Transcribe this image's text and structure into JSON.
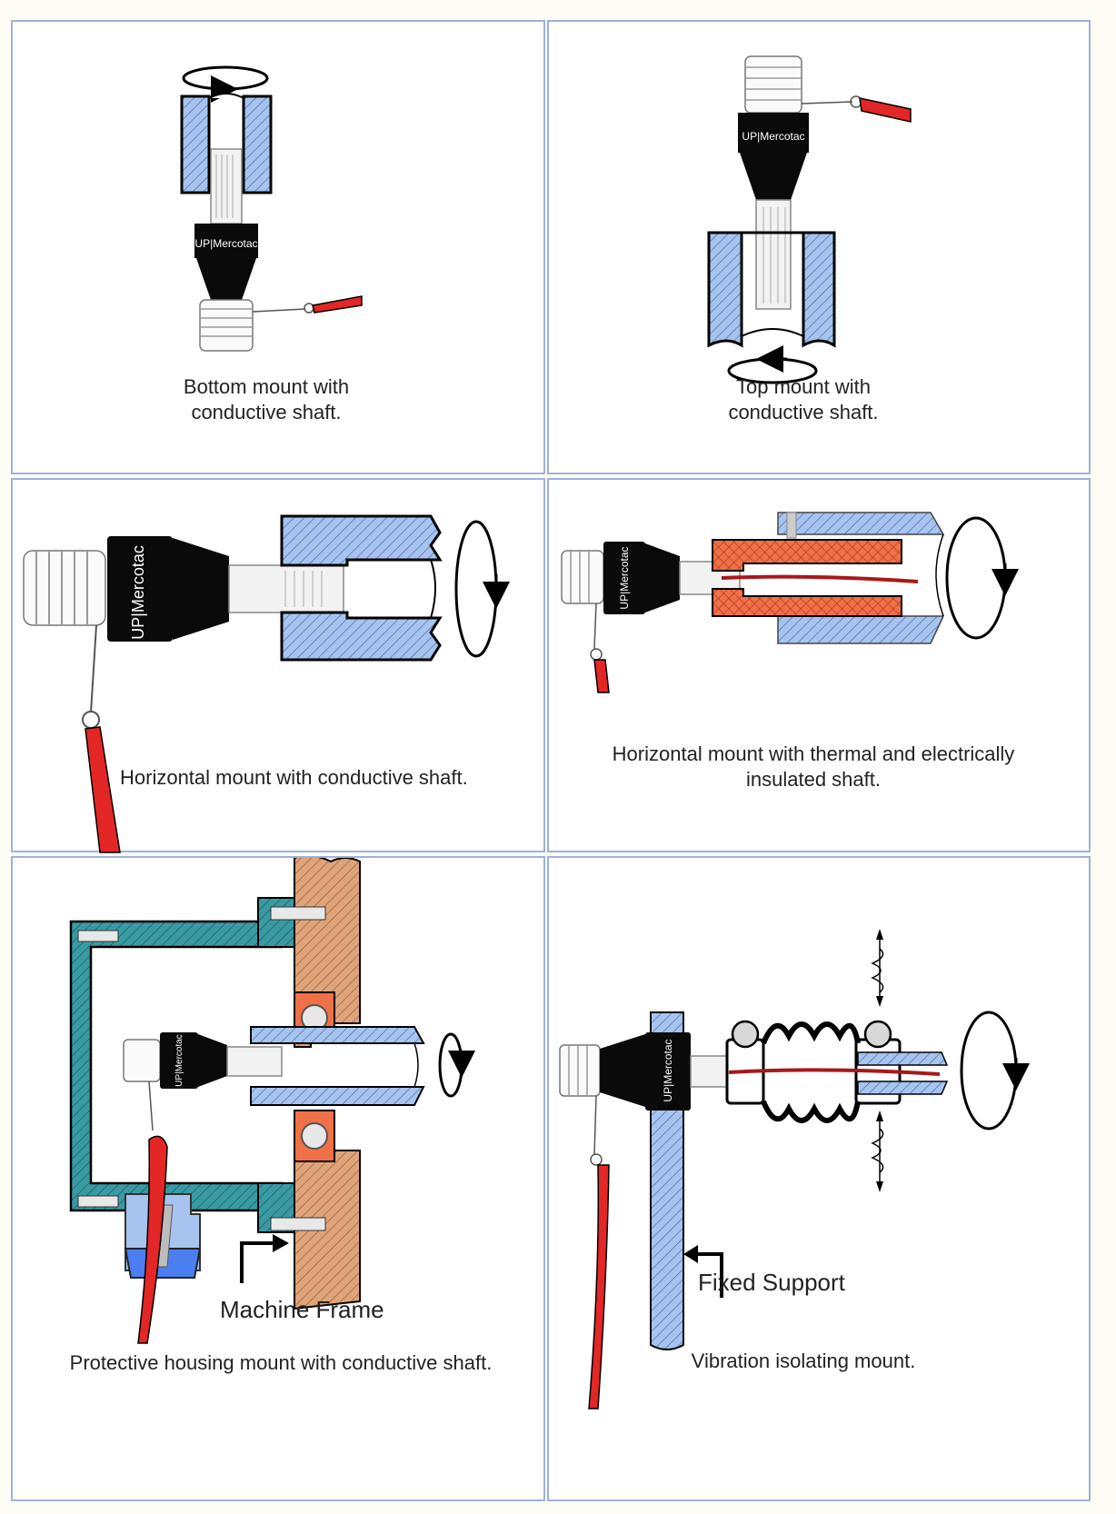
{
  "colors": {
    "grid_border": "#9db2d8",
    "shaft_blue": "#a7c4f0",
    "insulator_orange": "#f07047",
    "housing_teal": "#3a9aa3",
    "frame_tan": "#e0a47a",
    "wire_red": "#e32626",
    "connector_black": "#0a0a0a"
  },
  "brand_mark": "UP Mercotac",
  "panels": [
    {
      "caption": "Bottom mount with conductive shaft."
    },
    {
      "caption": "Top mount with conductive shaft."
    },
    {
      "caption": "Horizontal mount with conductive shaft."
    },
    {
      "caption": "Horizontal mount with thermal and electrically insulated shaft."
    },
    {
      "caption": "Protective housing mount with conductive shaft.",
      "callout": "Machine Frame"
    },
    {
      "caption": "Vibration isolating mount.",
      "callout": "Fixed Support"
    }
  ],
  "icons": [
    "rotation-arrow-icon",
    "rotation-arrow-icon",
    "rotation-arrow-icon",
    "rotation-arrow-icon",
    "rotation-arrow-icon",
    "rotation-arrow-icon",
    "vibration-arrow-icon"
  ]
}
